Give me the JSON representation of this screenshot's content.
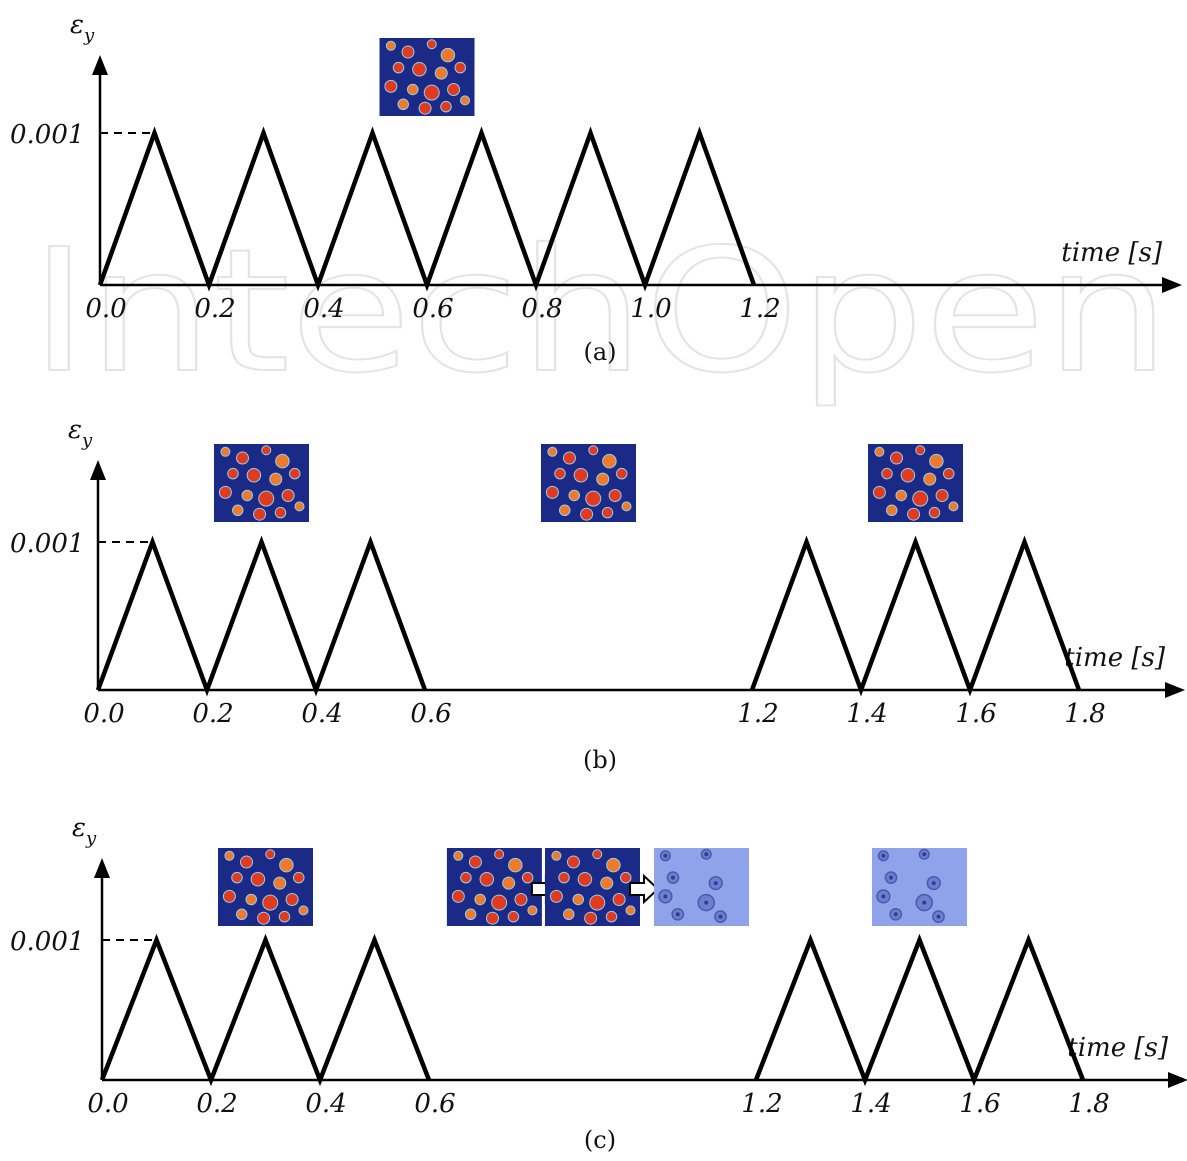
{
  "watermark": "IntechOpen",
  "colors": {
    "axis": "#000000",
    "micro_bg_dark": "#1b2a86",
    "micro_bg_light": "#8fa3ea",
    "micro_spot_red": "#e23a1e",
    "micro_spot_orange": "#f07a2a"
  },
  "chart_data": [
    {
      "type": "line",
      "panel": "(a)",
      "ylabel_symbol": "ε",
      "ylabel_sub": "y",
      "xlabel": "time [s]",
      "y_tick": "0.001",
      "ylim": [
        0,
        0.001
      ],
      "x_ticks": [
        "0.0",
        "0.2",
        "0.4",
        "0.6",
        "0.8",
        "1.0",
        "1.2"
      ],
      "series": [
        {
          "x": [
            0.0,
            0.1,
            0.2,
            0.3,
            0.4,
            0.5,
            0.6,
            0.7,
            0.8,
            0.9,
            1.0,
            1.1,
            1.2
          ],
          "y": [
            0,
            0.001,
            0,
            0.001,
            0,
            0.001,
            0,
            0.001,
            0,
            0.001,
            0,
            0.001,
            0
          ]
        }
      ],
      "micrographs": [
        {
          "x": 0.6,
          "style": "dark"
        }
      ]
    },
    {
      "type": "line",
      "panel": "(b)",
      "ylabel_symbol": "ε",
      "ylabel_sub": "y",
      "xlabel": "time [s]",
      "y_tick": "0.001",
      "ylim": [
        0,
        0.001
      ],
      "x_ticks": [
        "0.0",
        "0.2",
        "0.4",
        "0.6",
        "1.2",
        "1.4",
        "1.6",
        "1.8"
      ],
      "series": [
        {
          "x": [
            0.0,
            0.1,
            0.2,
            0.3,
            0.4,
            0.5,
            0.6
          ],
          "y": [
            0,
            0.001,
            0,
            0.001,
            0,
            0.001,
            0
          ]
        },
        {
          "x": [
            1.2,
            1.3,
            1.4,
            1.5,
            1.6,
            1.7,
            1.8
          ],
          "y": [
            0,
            0.001,
            0,
            0.001,
            0,
            0.001,
            0
          ]
        }
      ],
      "micrographs": [
        {
          "x": 0.3,
          "style": "dark"
        },
        {
          "x": 0.9,
          "style": "dark"
        },
        {
          "x": 1.5,
          "style": "dark"
        }
      ]
    },
    {
      "type": "line",
      "panel": "(c)",
      "ylabel_symbol": "ε",
      "ylabel_sub": "y",
      "xlabel": "time [s]",
      "y_tick": "0.001",
      "ylim": [
        0,
        0.001
      ],
      "x_ticks": [
        "0.0",
        "0.2",
        "0.4",
        "0.6",
        "1.2",
        "1.4",
        "1.6",
        "1.8"
      ],
      "series": [
        {
          "x": [
            0.0,
            0.1,
            0.2,
            0.3,
            0.4,
            0.5,
            0.6
          ],
          "y": [
            0,
            0.001,
            0,
            0.001,
            0,
            0.001,
            0
          ]
        },
        {
          "x": [
            1.2,
            1.3,
            1.4,
            1.5,
            1.6,
            1.7,
            1.8
          ],
          "y": [
            0,
            0.001,
            0,
            0.001,
            0,
            0.001,
            0
          ]
        }
      ],
      "micrographs": [
        {
          "x": 0.3,
          "style": "dark"
        },
        {
          "x": 0.72,
          "style": "dark",
          "arrow_after": true
        },
        {
          "x": 0.9,
          "style": "dark",
          "arrow_after": true
        },
        {
          "x": 1.1,
          "style": "light"
        },
        {
          "x": 1.5,
          "style": "light"
        }
      ]
    }
  ]
}
